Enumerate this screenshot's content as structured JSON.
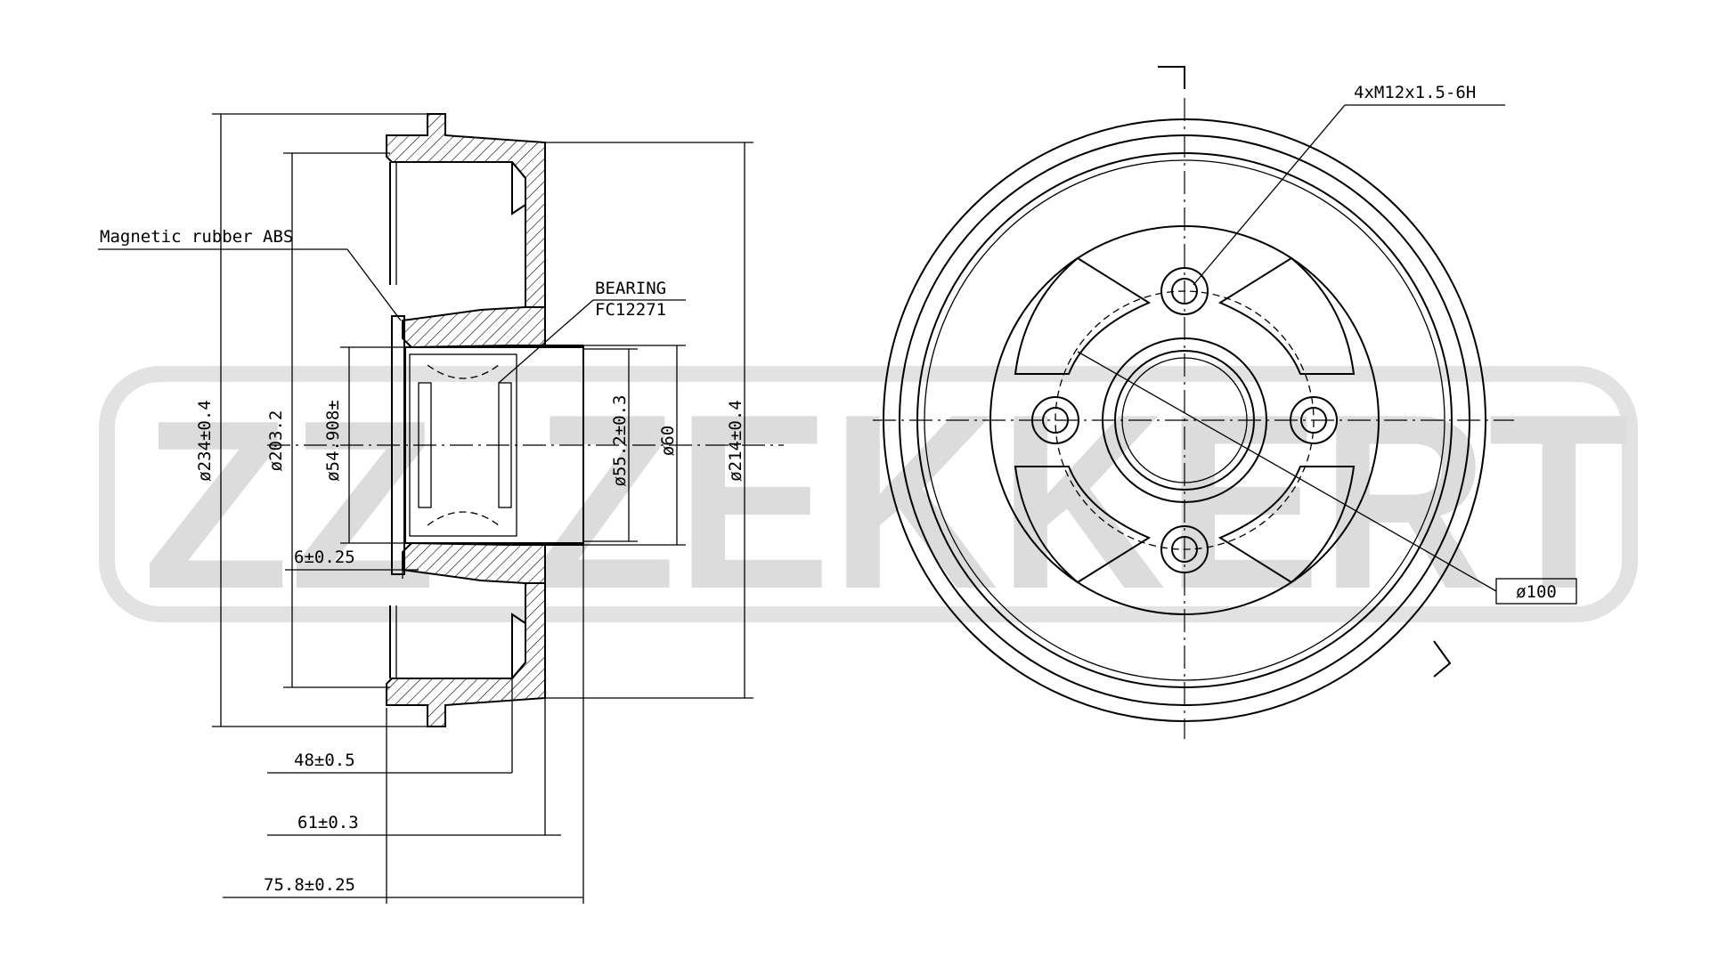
{
  "watermark": {
    "brand": "ZEKKERT",
    "color": "#dcdcdc"
  },
  "labels": {
    "abs": "Magnetic rubber ABS",
    "bearing_title": "BEARING",
    "bearing_code": "FC12271",
    "thread": "4xM12x1.5-6H",
    "pcd": "ø100"
  },
  "dimensions": {
    "d234": "ø234±0.4",
    "d203": "ø203.2",
    "d54": "ø54.908±",
    "d55": "ø55.2±0.3",
    "d60": "ø60",
    "d214": "ø214±0.4",
    "w6": "6±0.25",
    "w48": "48±0.5",
    "w61": "61±0.3",
    "w75": "75.8±0.25"
  },
  "colors": {
    "line": "#000000",
    "background": "#ffffff"
  }
}
